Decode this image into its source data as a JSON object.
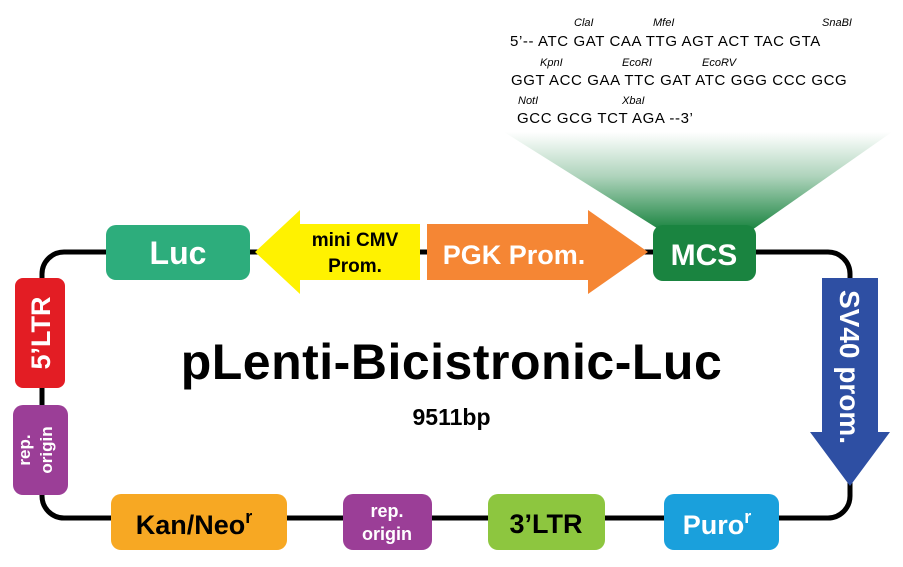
{
  "plasmid": {
    "name": "pLenti-Bicistronic-Luc",
    "size": "9511bp"
  },
  "features": {
    "luc": "Luc",
    "mini_cmv_line1": "mini CMV",
    "mini_cmv_line2": "Prom.",
    "pgk": "PGK Prom.",
    "mcs": "MCS",
    "sv40": "SV40 prom.",
    "ltr5": "5’LTR",
    "rep_origin_left_line1": "rep.",
    "rep_origin_left_line2": "origin",
    "kan_neo": "Kan/Neo",
    "kan_neo_sup": "r",
    "rep_origin_bottom_line1": "rep.",
    "rep_origin_bottom_line2": "origin",
    "ltr3": "3’LTR",
    "puro": "Puro",
    "puro_sup": "r"
  },
  "mcs_sequence": {
    "line1": "5’-- ATC GAT CAA TTG AGT ACT TAC GTA",
    "line2": "GGT ACC GAA TTC GAT ATC GGG CCC GCG",
    "line3": "GCC GCG TCT AGA --3’"
  },
  "restriction_sites": {
    "clai": "ClaI",
    "mfei": "MfeI",
    "snabi": "SnaBI",
    "kpni": "KpnI",
    "ecori": "EcoRI",
    "ecorv": "EcoRV",
    "noti": "NotI",
    "xbai": "XbaI"
  },
  "colors": {
    "luc": "#2DAD7C",
    "mini_cmv": "#FFF200",
    "pgk": "#F58634",
    "mcs": "#1A8440",
    "sv40": "#2E4FA3",
    "ltr": "#E31D24",
    "rep_origin": "#9B3E97",
    "kan_neo": "#F7A823",
    "ltr3": "#8DC63F",
    "puro": "#1AA0DC"
  }
}
